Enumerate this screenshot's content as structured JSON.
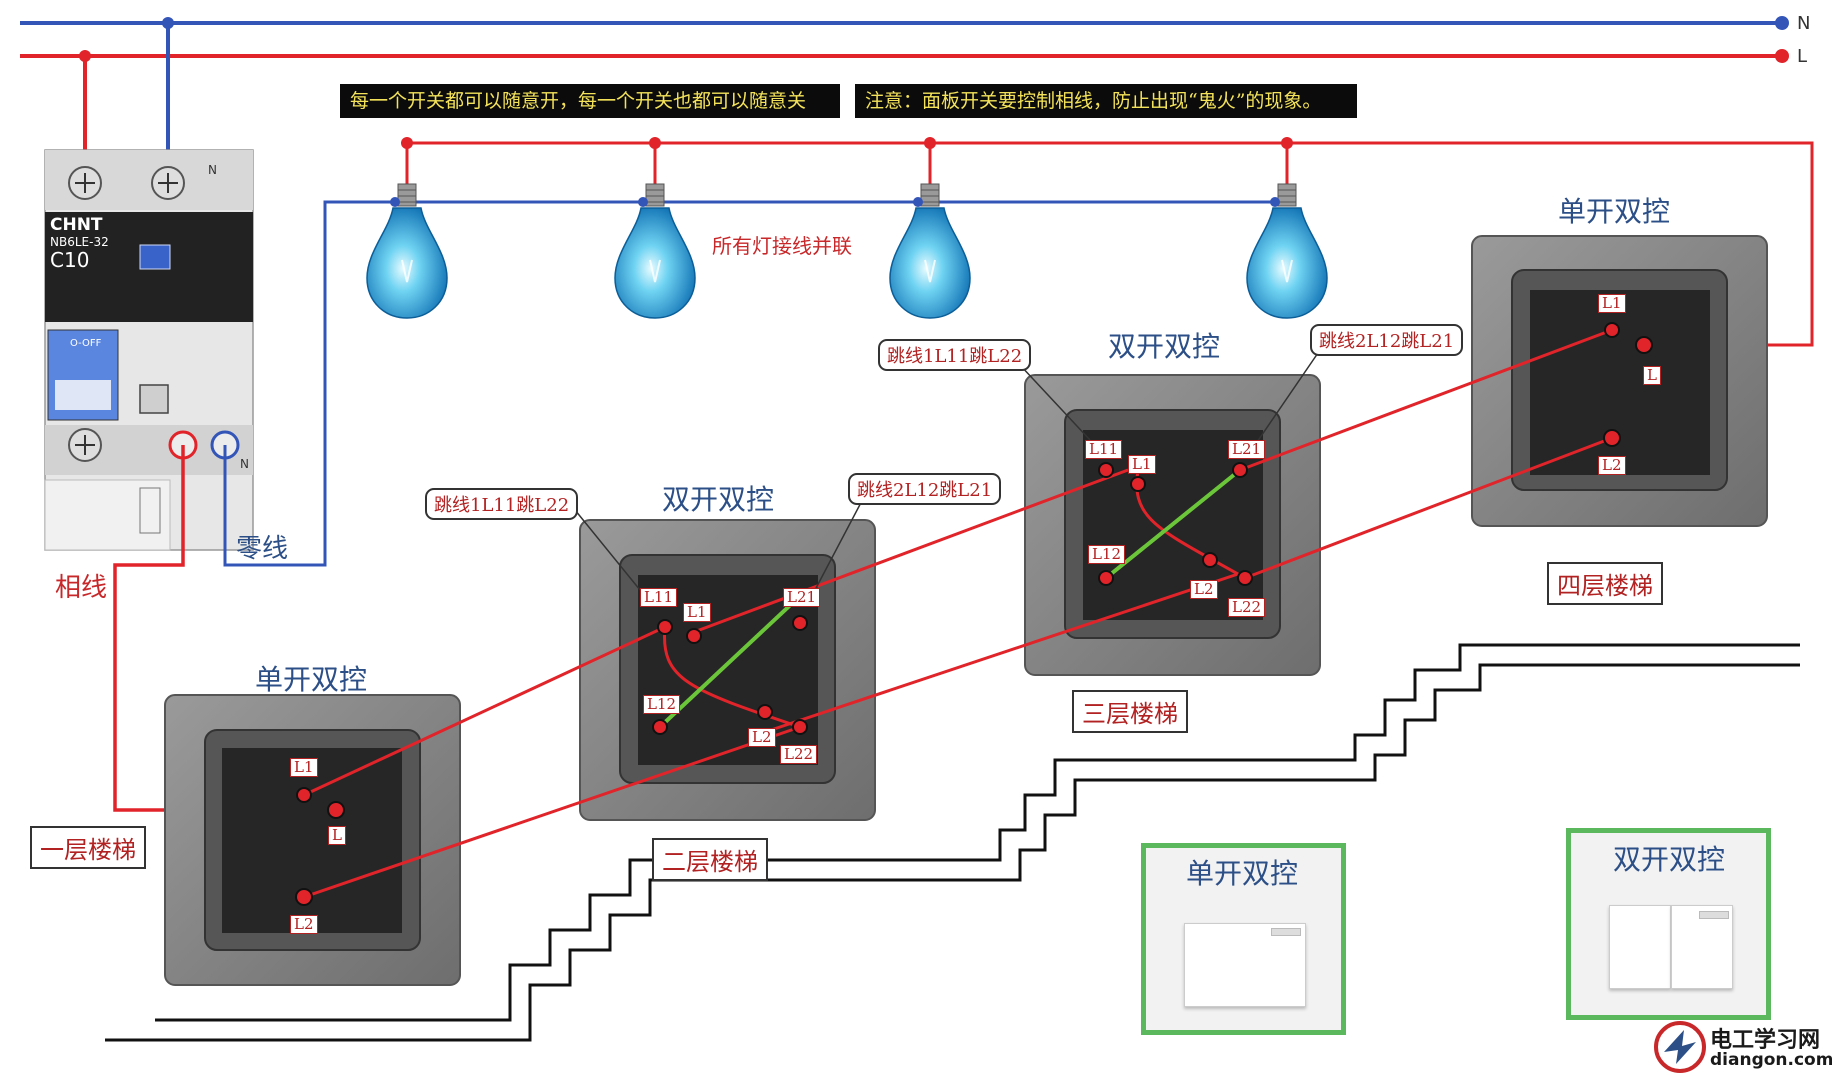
{
  "bus": {
    "neutral_label": "N",
    "live_label": "L"
  },
  "notes": {
    "left": "每一个开关都可以随意开，每一个开关也都可以随意关",
    "right": "注意：面板开关要控制相线，防止出现“鬼火”的现象。"
  },
  "lamps": {
    "parallel_label": "所有灯接线并联"
  },
  "breaker": {
    "brand": "CHNT",
    "model": "NB6LE-32",
    "rating": "C10",
    "off_label": "O-OFF",
    "n_mark": "N",
    "n_mark_bottom": "N"
  },
  "wires": {
    "neutral_label": "零线",
    "live_label": "相线"
  },
  "floors": [
    {
      "title": "单开双控",
      "label": "一层楼梯",
      "terminals": [
        "L1",
        "L",
        "L2"
      ]
    },
    {
      "title": "双开双控",
      "label": "二层楼梯",
      "terminals": [
        "L11",
        "L1",
        "L21",
        "L12",
        "L2",
        "L22"
      ],
      "jumper_left": "跳线1L11跳L22",
      "jumper_right": "跳线2L12跳L21"
    },
    {
      "title": "双开双控",
      "label": "三层楼梯",
      "terminals": [
        "L11",
        "L1",
        "L21",
        "L12",
        "L2",
        "L22"
      ],
      "jumper_left": "跳线1L11跳L22",
      "jumper_right": "跳线2L12跳L21"
    },
    {
      "title": "单开双控",
      "label": "四层楼梯",
      "terminals": [
        "L1",
        "L",
        "L2"
      ]
    }
  ],
  "panels": {
    "single": "单开双控",
    "double": "双开双控"
  },
  "logo": {
    "line1": "电工学习网",
    "line2": "diangon.com"
  },
  "colors": {
    "live": "#e0242a",
    "neutral": "#3355b8",
    "jumper": "#6cc63a",
    "panel_border": "#5cb85c"
  }
}
